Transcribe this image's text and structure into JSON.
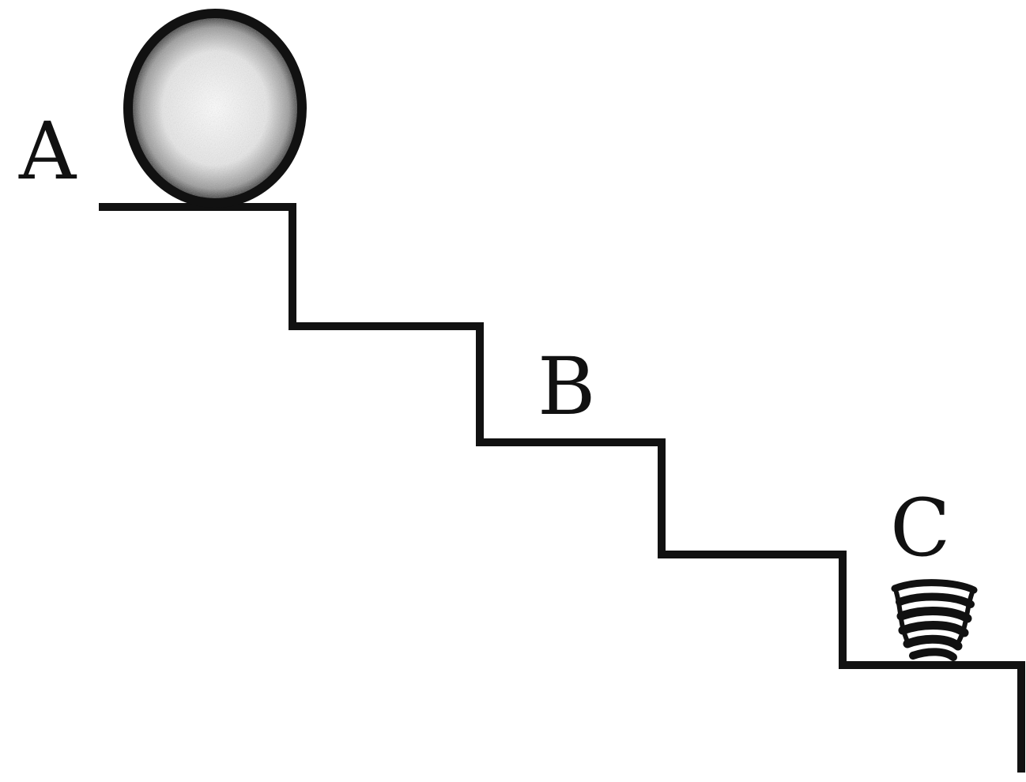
{
  "diagram": {
    "labels": {
      "a": "A",
      "b": "B",
      "c": "C"
    },
    "objects": {
      "ball": "ball-icon",
      "spring": "spring-icon",
      "staircase": "staircase"
    },
    "colors": {
      "ink": "#111111",
      "ball_fill": "#f4f4f4",
      "background": "#ffffff"
    }
  }
}
